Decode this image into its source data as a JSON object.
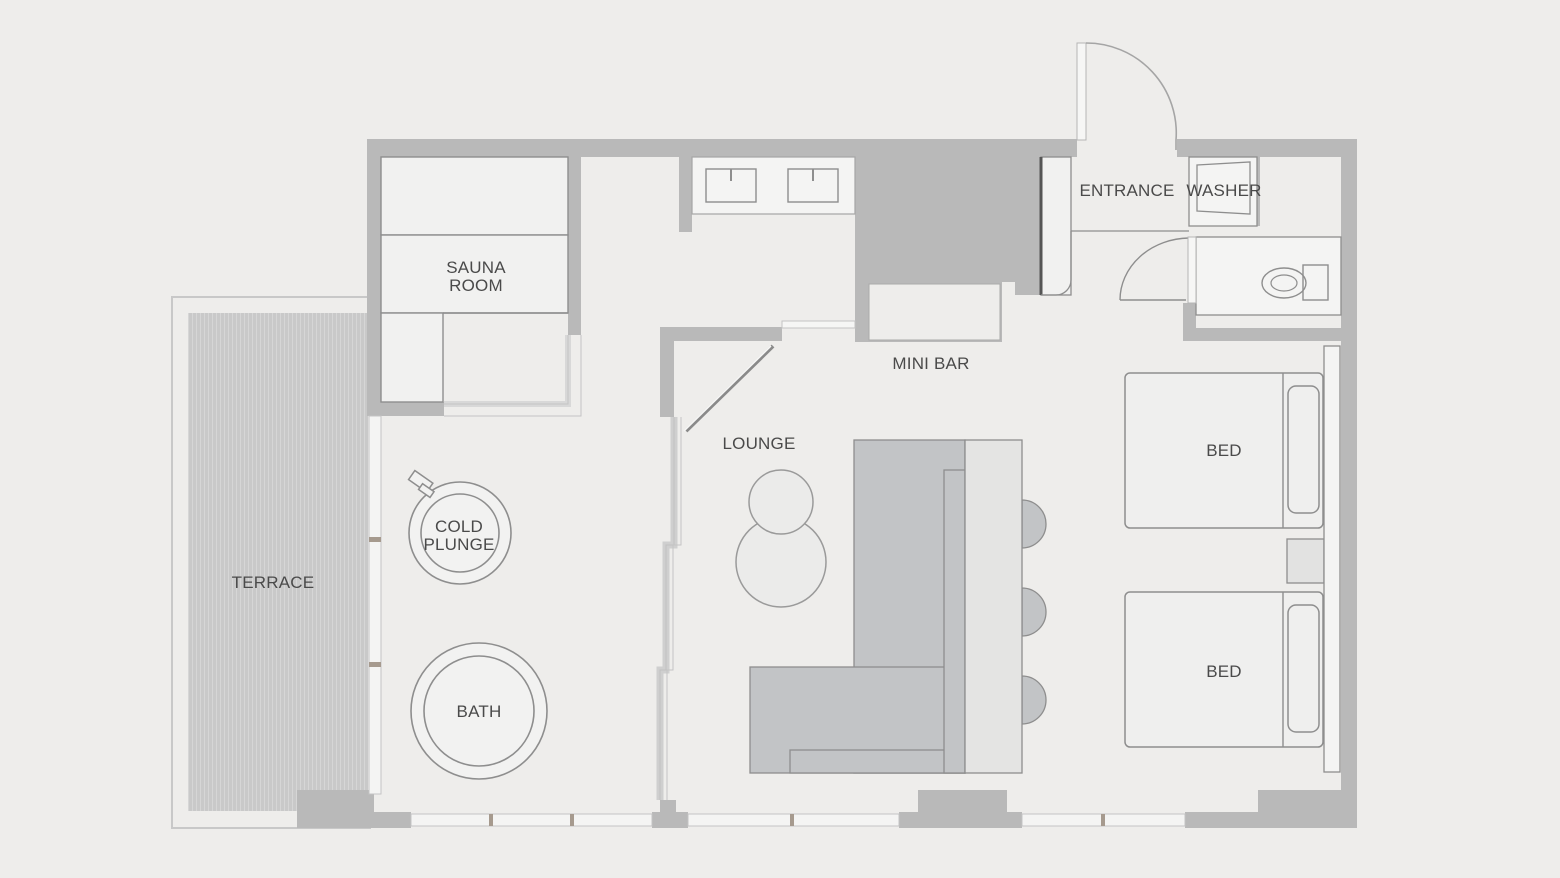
{
  "rooms": {
    "sauna_line1": "SAUNA",
    "sauna_line2": "ROOM",
    "terrace": "TERRACE",
    "cold_plunge_line1": "COLD",
    "cold_plunge_line2": "PLUNGE",
    "bath": "BATH",
    "lounge": "LOUNGE",
    "mini_bar": "MINI BAR",
    "entrance": "ENTRANCE",
    "washer": "WASHER",
    "bed_1": "BED",
    "bed_2": "BED"
  },
  "colors": {
    "background": "#eeedeb",
    "wall": "#b9b9b9",
    "furniture": "#c2c4c6",
    "terrace_deck": "#c9c9c9",
    "label": "#4a4a4a"
  }
}
